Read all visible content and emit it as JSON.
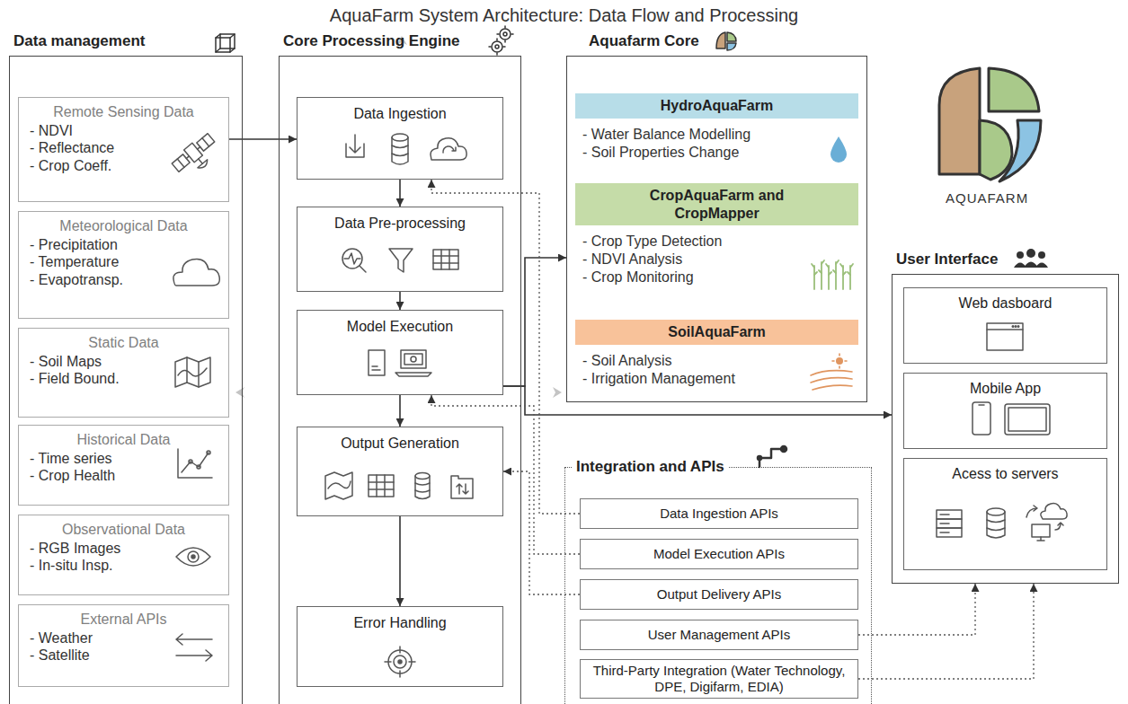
{
  "diagram": {
    "title": "AquaFarm System Architecture: Data Flow and Processing",
    "nodes": [
      {
        "text": [
          "Data management"
        ]
      },
      {
        "text": [
          "Remote Sensing Data",
          "- NDVI",
          "- Reflectance",
          "- Crop Coeff."
        ],
        "in": 0
      },
      {
        "text": [
          "Meteorological Data",
          "- Precipitation",
          "- Temperature",
          "- Evapotransp."
        ],
        "in": 0
      },
      {
        "text": [
          "Static Data",
          "- Soil Maps",
          "- Field Bound."
        ],
        "in": 0
      },
      {
        "text": [
          "Historical Data",
          "- Time series",
          "- Crop Health"
        ],
        "in": 0
      },
      {
        "text": [
          "Observational Data",
          "- RGB Images",
          "- In-situ Insp."
        ],
        "in": 0
      },
      {
        "text": [
          "External APIs",
          "- Weather",
          "- Satellite"
        ],
        "in": 0
      },
      {
        "text": [
          "Core Processing Engine"
        ]
      },
      {
        "text": [
          "Data Ingestion"
        ],
        "in": 7
      },
      {
        "text": [
          "Data Pre-processing"
        ],
        "in": 7
      },
      {
        "text": [
          "Model Execution"
        ],
        "in": 7
      },
      {
        "text": [
          "Output Generation"
        ],
        "in": 7
      },
      {
        "text": [
          "Error Handling"
        ],
        "in": 7
      },
      {
        "text": [
          "Aquafarm Core"
        ]
      },
      {
        "text": [
          "HydroAquaFarm",
          "- Water Balance Modelling",
          "- Soil Properties Change"
        ],
        "in": 13
      },
      {
        "text": [
          "CropAquaFarm and CropMapper",
          "- Crop Type Detection",
          "- NDVI Analysis",
          "- Crop Monitoring"
        ],
        "in": 13
      },
      {
        "text": [
          "SoilAquaFarm",
          "- Soil Analysis",
          "- Irrigation Management"
        ],
        "in": 13
      },
      {
        "text": [
          "User Interface"
        ]
      },
      {
        "text": [
          "Web dasboard"
        ],
        "in": 17
      },
      {
        "text": [
          "Mobile App"
        ],
        "in": 17
      },
      {
        "text": [
          "Acess to servers"
        ],
        "in": 17
      },
      {
        "text": [
          "Integration and APIs"
        ]
      },
      {
        "text": [
          "Data Ingestion APIs"
        ],
        "in": 21
      },
      {
        "text": [
          "Model Execution APIs"
        ],
        "in": 21
      },
      {
        "text": [
          "Output Delivery APIs"
        ],
        "in": 21
      },
      {
        "text": [
          "User Management APIs"
        ],
        "in": 21
      },
      {
        "text": [
          "Third-Party Integration (Water Technology, DPE, Digifarm, EDIA)"
        ],
        "in": 21
      }
    ],
    "edges": [
      {
        "from": 1,
        "to": 8,
        "arrow": "to"
      },
      {
        "from": 8,
        "to": 9,
        "arrow": "to"
      },
      {
        "from": 9,
        "to": 10,
        "arrow": "to"
      },
      {
        "from": 10,
        "to": 11,
        "arrow": "to"
      },
      {
        "from": 11,
        "to": 12,
        "arrow": "to"
      },
      {
        "from": 10,
        "to": 13,
        "arrow": "to"
      },
      {
        "from": 10,
        "to": 17,
        "arrow": "to"
      },
      {
        "from": 22,
        "to": 8,
        "arrow": "to"
      },
      {
        "from": 23,
        "to": 10,
        "arrow": "to"
      },
      {
        "from": 24,
        "to": 11,
        "arrow": "to"
      },
      {
        "from": 25,
        "to": 17,
        "arrow": "to"
      },
      {
        "from": 26,
        "to": 17,
        "arrow": "to"
      }
    ],
    "labels": [
      "AQUAFARM"
    ]
  }
}
